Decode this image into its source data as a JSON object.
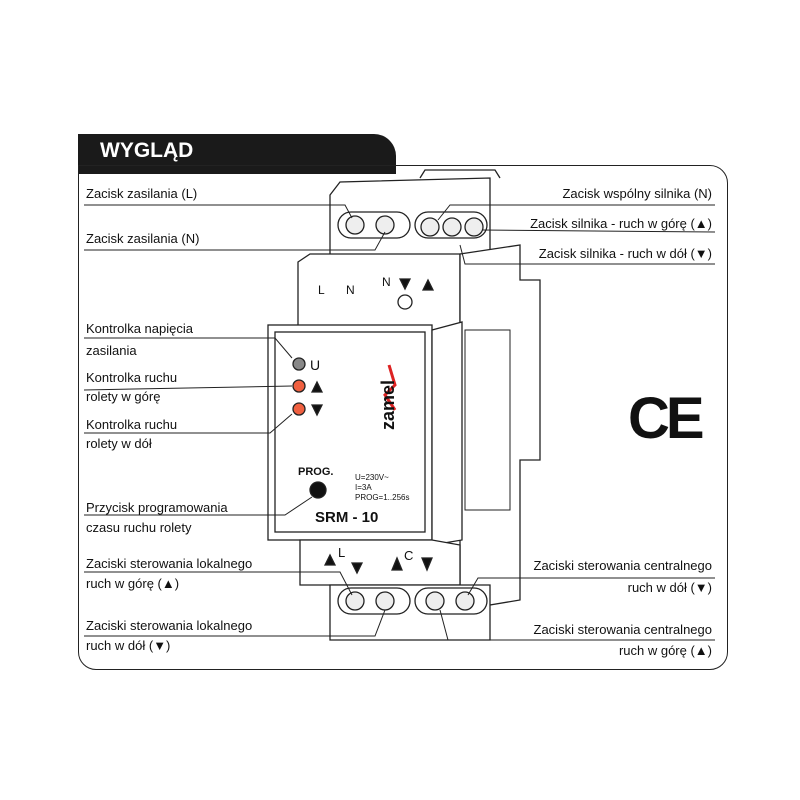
{
  "title": "WYGLĄD",
  "labels_left": [
    "Zacisk zasilania (L)",
    "Zacisk zasilania (N)",
    "Kontrolka napięcia",
    "zasilania",
    "Kontrolka ruchu",
    "rolety w górę",
    "Kontrolka ruchu",
    "rolety w dół",
    "Przycisk programowania",
    "czasu ruchu rolety",
    "Zaciski sterowania lokalnego",
    "ruch w górę (▲)",
    "Zaciski sterowania lokalnego",
    "ruch w dół (▼)"
  ],
  "labels_right": [
    "Zacisk wspólny silnika (N)",
    "Zacisk silnika - ruch w górę (▲)",
    "Zacisk silnika - ruch w dół (▼)",
    "Zaciski sterowania centralnego",
    "ruch w dół (▼)",
    "Zaciski sterowania centralnego",
    "ruch w górę (▲)"
  ],
  "device": {
    "top_terms": [
      "L",
      "N",
      "N"
    ],
    "model": "SRM - 10",
    "brand": "zamel",
    "prog_label": "PROG.",
    "specs": [
      "U=230V~",
      "I=3A",
      "PROG=1..256s"
    ],
    "led_u": "U",
    "bottom_terms": [
      "L",
      "C"
    ]
  },
  "mark": "CE"
}
